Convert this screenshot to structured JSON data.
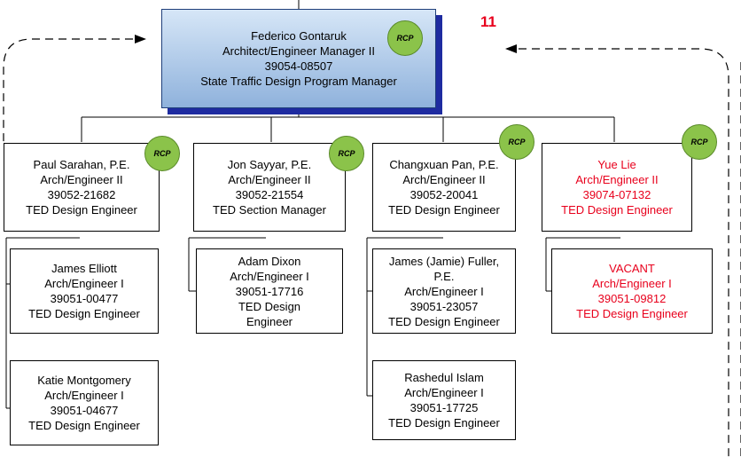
{
  "manager": {
    "name": "Federico Gontaruk",
    "title": "Architect/Engineer Manager II",
    "position_id": "39054-08507",
    "role": "State Traffic  Design Program Manager",
    "badge": "RCP"
  },
  "unit_number": "11",
  "supervisors": [
    {
      "name": "Paul Sarahan, P.E.",
      "title": "Arch/Engineer II",
      "position_id": "39052-21682",
      "role": "TED Design Engineer",
      "badge": "RCP"
    },
    {
      "name": "Jon Sayyar, P.E.",
      "title": "Arch/Engineer II",
      "position_id": "39052-21554",
      "role": "TED Section Manager",
      "badge": "RCP"
    },
    {
      "name": "Changxuan Pan, P.E.",
      "title": "Arch/Engineer II",
      "position_id": "39052-20041",
      "role": "TED Design Engineer",
      "badge": "RCP"
    },
    {
      "name": "Yue Lie",
      "title": "Arch/Engineer II",
      "position_id": "39074-07132",
      "role": "TED Design Engineer",
      "badge": "RCP"
    }
  ],
  "staff": {
    "col1": [
      {
        "name": "James Elliott",
        "title": "Arch/Engineer I",
        "position_id": "39051-00477",
        "role": "TED Design Engineer"
      },
      {
        "name": "Katie Montgomery",
        "title": "Arch/Engineer I",
        "position_id": "39051-04677",
        "role": "TED Design Engineer"
      }
    ],
    "col2": [
      {
        "name": "Adam Dixon",
        "title": "Arch/Engineer I",
        "position_id": "39051-17716",
        "role_line1": "TED Design",
        "role_line2": "Engineer"
      }
    ],
    "col3": [
      {
        "name_line1": "James (Jamie) Fuller,",
        "name_line2": "P.E.",
        "title": "Arch/Engineer I",
        "position_id": "39051-23057",
        "role": "TED Design Engineer"
      },
      {
        "name": "Rashedul Islam",
        "title": "Arch/Engineer I",
        "position_id": "39051-17725",
        "role": "TED Design Engineer"
      }
    ],
    "col4": [
      {
        "name": "VACANT",
        "title": "Arch/Engineer I",
        "position_id": "39051-09812",
        "role": "TED Design Engineer"
      }
    ]
  },
  "colors": {
    "vacant_text": "#e8001c",
    "badge_fill": "#8bc34a",
    "manager_shadow": "#1e2ba0"
  }
}
